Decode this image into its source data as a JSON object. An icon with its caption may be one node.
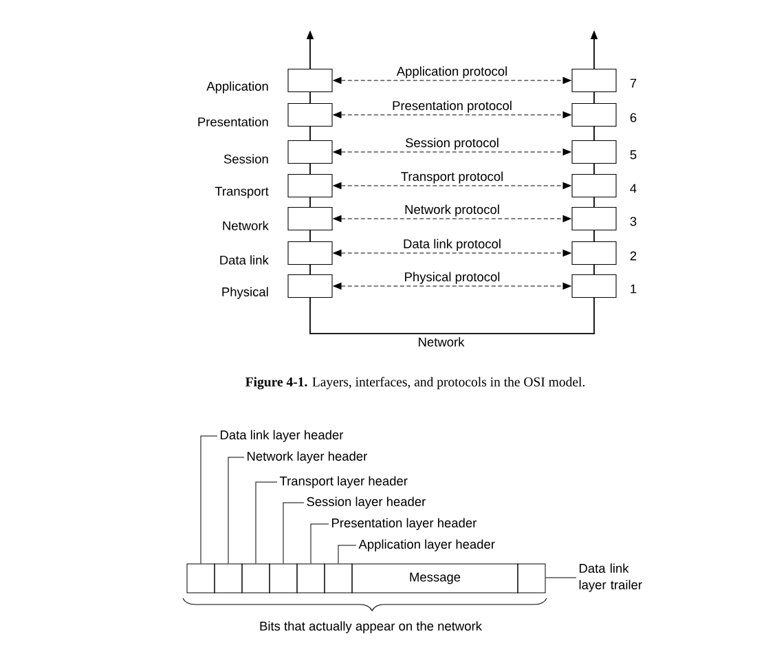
{
  "diagram": {
    "caption": "**Figure 4-1.** Layers, interfaces, and protocols in the OSI model.",
    "nodes": [
      {
        "text": [],
        "shape": "box",
        "beside": [
          "Application"
        ]
      },
      {
        "text": [],
        "shape": "box",
        "beside": [
          "Presentation"
        ]
      },
      {
        "text": [],
        "shape": "box",
        "beside": [
          "Session"
        ]
      },
      {
        "text": [],
        "shape": "box",
        "beside": [
          "Transport"
        ]
      },
      {
        "text": [],
        "shape": "box",
        "beside": [
          "Network"
        ]
      },
      {
        "text": [],
        "shape": "box",
        "beside": [
          "Data link"
        ]
      },
      {
        "text": [],
        "shape": "box",
        "beside": [
          "Physical"
        ]
      },
      {
        "text": [],
        "shape": "box",
        "beside": [
          "7"
        ]
      },
      {
        "text": [],
        "shape": "box",
        "beside": [
          "6"
        ]
      },
      {
        "text": [],
        "shape": "box",
        "beside": [
          "5"
        ]
      },
      {
        "text": [],
        "shape": "box",
        "beside": [
          "4"
        ]
      },
      {
        "text": [],
        "shape": "box",
        "beside": [
          "3"
        ]
      },
      {
        "text": [],
        "shape": "box",
        "beside": [
          "2"
        ]
      },
      {
        "text": [],
        "shape": "box",
        "beside": [
          "1"
        ]
      },
      {
        "text": [
          "Data link layer header"
        ]
      },
      {
        "text": [
          "Network layer header"
        ]
      },
      {
        "text": [
          "Transport layer header"
        ]
      },
      {
        "text": [
          "Session layer header"
        ]
      },
      {
        "text": [
          "Presentation layer header"
        ]
      },
      {
        "text": [
          "Application layer header"
        ]
      },
      {
        "text": [],
        "shape": "box"
      },
      {
        "text": [],
        "shape": "box"
      },
      {
        "text": [],
        "shape": "box"
      },
      {
        "text": [],
        "shape": "box"
      },
      {
        "text": [],
        "shape": "box"
      },
      {
        "text": [],
        "shape": "box"
      },
      {
        "text": [
          "Message"
        ]
      },
      {
        "text": [],
        "shape": "box"
      },
      {
        "text": [
          "Data link layer trailer"
        ]
      }
    ],
    "edges": [
      {
        "from": 0,
        "to": null,
        "arrow": "to"
      },
      {
        "from": 7,
        "to": null,
        "arrow": "to"
      },
      {
        "from": 0,
        "to": 1,
        "arrow": "none"
      },
      {
        "from": 1,
        "to": 2,
        "arrow": "none"
      },
      {
        "from": 2,
        "to": 3,
        "arrow": "none"
      },
      {
        "from": 3,
        "to": 4,
        "arrow": "none"
      },
      {
        "from": 4,
        "to": 5,
        "arrow": "none"
      },
      {
        "from": 5,
        "to": 6,
        "arrow": "none"
      },
      {
        "from": 7,
        "to": 8,
        "arrow": "none"
      },
      {
        "from": 8,
        "to": 9,
        "arrow": "none"
      },
      {
        "from": 9,
        "to": 10,
        "arrow": "none"
      },
      {
        "from": 10,
        "to": 11,
        "arrow": "none"
      },
      {
        "from": 11,
        "to": 12,
        "arrow": "none"
      },
      {
        "from": 12,
        "to": 13,
        "arrow": "none"
      },
      {
        "from": 0,
        "to": 7,
        "arrow": "both",
        "style": "dashed",
        "label": "Application protocol"
      },
      {
        "from": 1,
        "to": 8,
        "arrow": "both",
        "style": "dashed",
        "label": "Presentation protocol"
      },
      {
        "from": 2,
        "to": 9,
        "arrow": "both",
        "style": "dashed",
        "label": "Session protocol"
      },
      {
        "from": 3,
        "to": 10,
        "arrow": "both",
        "style": "dashed",
        "label": "Transport protocol"
      },
      {
        "from": 4,
        "to": 11,
        "arrow": "both",
        "style": "dashed",
        "label": "Network protocol"
      },
      {
        "from": 5,
        "to": 12,
        "arrow": "both",
        "style": "dashed",
        "label": "Data link protocol"
      },
      {
        "from": 6,
        "to": 13,
        "arrow": "both",
        "style": "dashed",
        "label": "Physical protocol"
      },
      {
        "from": 6,
        "to": 13,
        "arrow": "none",
        "label": "Network"
      },
      {
        "from": 14,
        "to": 20,
        "arrow": "none"
      },
      {
        "from": 15,
        "to": 21,
        "arrow": "none"
      },
      {
        "from": 16,
        "to": 22,
        "arrow": "none"
      },
      {
        "from": 17,
        "to": 23,
        "arrow": "none"
      },
      {
        "from": 18,
        "to": 24,
        "arrow": "none"
      },
      {
        "from": 19,
        "to": 25,
        "arrow": "none"
      },
      {
        "from": 28,
        "to": 27,
        "arrow": "none"
      }
    ],
    "labels": [
      "Bits that actually appear on the network"
    ]
  }
}
